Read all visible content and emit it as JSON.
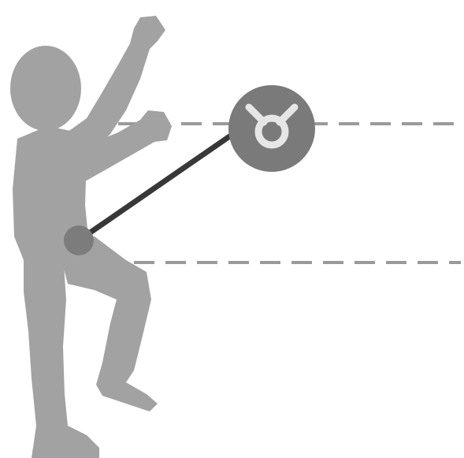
{
  "diagram": {
    "figure": {
      "icon": "person-silhouette-icon",
      "color": "#a2a2a2"
    },
    "waist_marker": {
      "icon": "waist-attachment-point-icon",
      "color": "#7c7c7c"
    },
    "tether": {
      "color": "#383838"
    },
    "anchor_badge": {
      "icon": "fall-protection-anchor-icon",
      "color": "#7a7a7a",
      "glyph_color": "#e6e6e6"
    },
    "reference_lines": {
      "color": "#9a9a9a",
      "style": "dashed",
      "labels": [
        "upper-reference-line",
        "lower-reference-line"
      ]
    }
  }
}
